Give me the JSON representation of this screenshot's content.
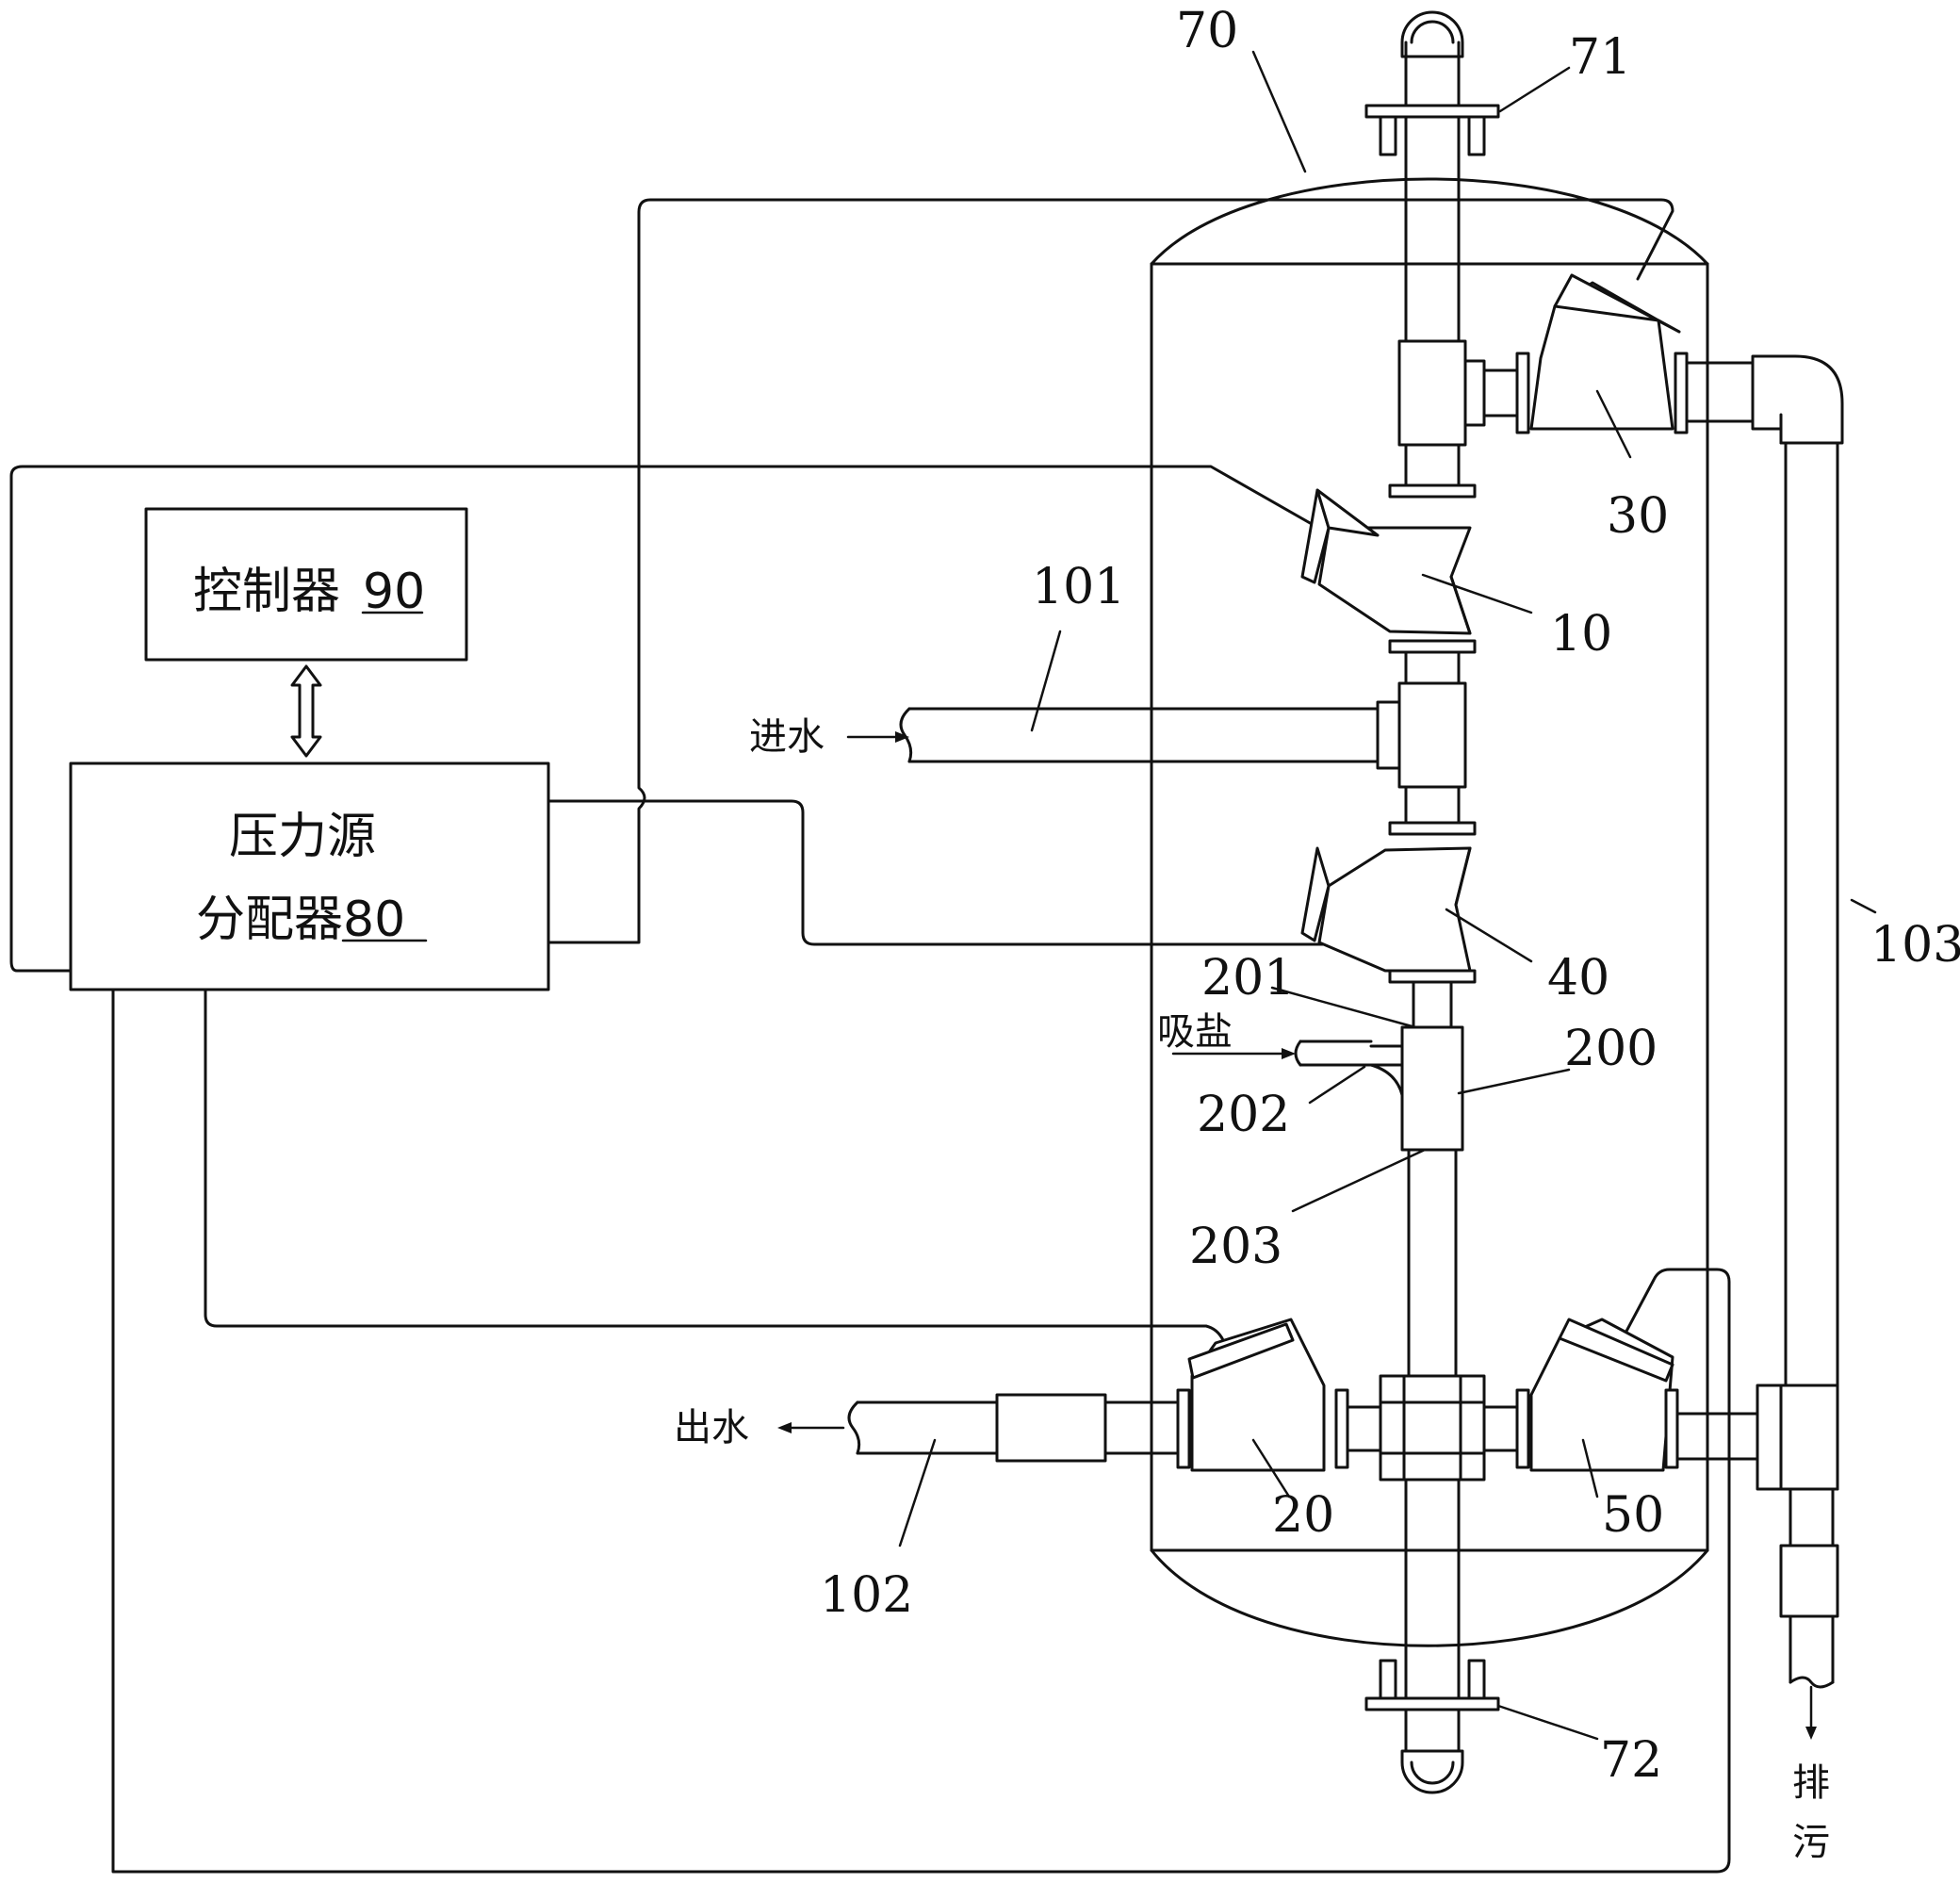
{
  "controller": {
    "text": "控制器",
    "num": "90"
  },
  "distributor": {
    "line1": "压力源",
    "line2_text": "分配器",
    "num": "80"
  },
  "flows": {
    "inlet": "进水",
    "outlet": "出水",
    "brine": "吸盐",
    "drain_1": "排",
    "drain_2": "污"
  },
  "refs": {
    "r70": "70",
    "r71": "71",
    "r72": "72",
    "r30": "30",
    "r10": "10",
    "r40": "40",
    "r20": "20",
    "r50": "50",
    "r101": "101",
    "r102": "102",
    "r103": "103",
    "r200": "200",
    "r201": "201",
    "r202": "202",
    "r203": "203"
  }
}
